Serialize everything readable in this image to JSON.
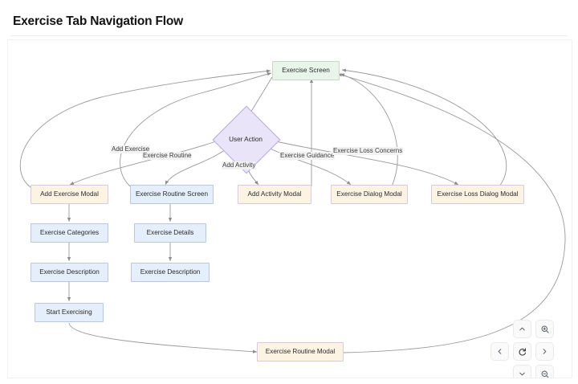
{
  "header": {
    "title": "Exercise Tab Navigation Flow"
  },
  "toolbar": {
    "buttons": [
      {
        "name": "fit-width-button",
        "icon": "horizontal-arrows-icon",
        "label": ""
      },
      {
        "name": "duplicate-button",
        "icon": "copy-icon",
        "label": ""
      }
    ]
  },
  "controls": {
    "pan_up": "",
    "pan_down": "",
    "pan_left": "",
    "pan_right": "",
    "reset": "",
    "zoom_in": "",
    "zoom_out": ""
  },
  "diagram": {
    "type": "flowchart",
    "nodes": [
      {
        "id": "exercise-screen",
        "label": "Exercise Screen",
        "shape": "rect",
        "color": "green"
      },
      {
        "id": "user-action",
        "label": "User Action",
        "shape": "diamond",
        "color": "purple"
      },
      {
        "id": "add-exercise-modal",
        "label": "Add Exercise Modal",
        "shape": "rect",
        "color": "cream"
      },
      {
        "id": "exercise-routine-screen",
        "label": "Exercise Routine Screen",
        "shape": "rect",
        "color": "blue"
      },
      {
        "id": "add-activity-modal",
        "label": "Add Activity Modal",
        "shape": "rect",
        "color": "cream"
      },
      {
        "id": "exercise-dialog-modal",
        "label": "Exercise Dialog Modal",
        "shape": "rect",
        "color": "cream"
      },
      {
        "id": "exercise-loss-dialog",
        "label": "Exercise Loss Dialog Modal",
        "shape": "rect",
        "color": "cream"
      },
      {
        "id": "exercise-categories",
        "label": "Exercise Categories",
        "shape": "rect",
        "color": "blue"
      },
      {
        "id": "exercise-description-1",
        "label": "Exercise Description",
        "shape": "rect",
        "color": "blue"
      },
      {
        "id": "exercise-details",
        "label": "Exercise Details",
        "shape": "rect",
        "color": "blue"
      },
      {
        "id": "exercise-description-2",
        "label": "Exercise Description",
        "shape": "rect",
        "color": "blue"
      },
      {
        "id": "start-exercising",
        "label": "Start Exercising",
        "shape": "rect",
        "color": "blue"
      },
      {
        "id": "exercise-routine-modal",
        "label": "Exercise Routine Modal",
        "shape": "rect",
        "color": "cream"
      }
    ],
    "edge_labels": [
      {
        "id": "label-add-exercise",
        "text": "Add Exercise"
      },
      {
        "id": "label-exercise-routine",
        "text": "Exercise Routine"
      },
      {
        "id": "label-add-activity",
        "text": "Add Activity"
      },
      {
        "id": "label-exercise-guidance",
        "text": "Exercise Guidance"
      },
      {
        "id": "label-exercise-loss-concerns",
        "text": "Exercise Loss Concerns"
      }
    ],
    "edges": [
      {
        "from": "exercise-screen",
        "to": "user-action",
        "label": ""
      },
      {
        "from": "user-action",
        "to": "add-exercise-modal",
        "label": "Add Exercise"
      },
      {
        "from": "user-action",
        "to": "exercise-routine-screen",
        "label": "Exercise Routine"
      },
      {
        "from": "user-action",
        "to": "add-activity-modal",
        "label": "Add Activity"
      },
      {
        "from": "user-action",
        "to": "exercise-dialog-modal",
        "label": "Exercise Guidance"
      },
      {
        "from": "user-action",
        "to": "exercise-loss-dialog",
        "label": "Exercise Loss Concerns"
      },
      {
        "from": "add-exercise-modal",
        "to": "exercise-categories",
        "label": ""
      },
      {
        "from": "exercise-categories",
        "to": "exercise-description-1",
        "label": ""
      },
      {
        "from": "exercise-description-1",
        "to": "start-exercising",
        "label": ""
      },
      {
        "from": "exercise-routine-screen",
        "to": "exercise-details",
        "label": ""
      },
      {
        "from": "exercise-details",
        "to": "exercise-description-2",
        "label": ""
      },
      {
        "from": "start-exercising",
        "to": "exercise-routine-modal",
        "label": ""
      },
      {
        "from": "exercise-routine-modal",
        "to": "exercise-screen",
        "label": ""
      },
      {
        "from": "add-activity-modal",
        "to": "exercise-screen",
        "label": ""
      },
      {
        "from": "exercise-dialog-modal",
        "to": "exercise-screen",
        "label": ""
      },
      {
        "from": "exercise-loss-dialog",
        "to": "exercise-screen",
        "label": ""
      },
      {
        "from": "exercise-routine-screen",
        "to": "exercise-screen",
        "label": ""
      },
      {
        "from": "add-exercise-modal",
        "to": "exercise-screen",
        "label": ""
      }
    ]
  },
  "colors": {
    "green_fill": "#e8f5e9",
    "blue_fill": "#e5eefb",
    "cream_fill": "#fdf3e3",
    "purple_fill": "#e9e4f8",
    "edge_stroke": "#9a9a9a"
  }
}
